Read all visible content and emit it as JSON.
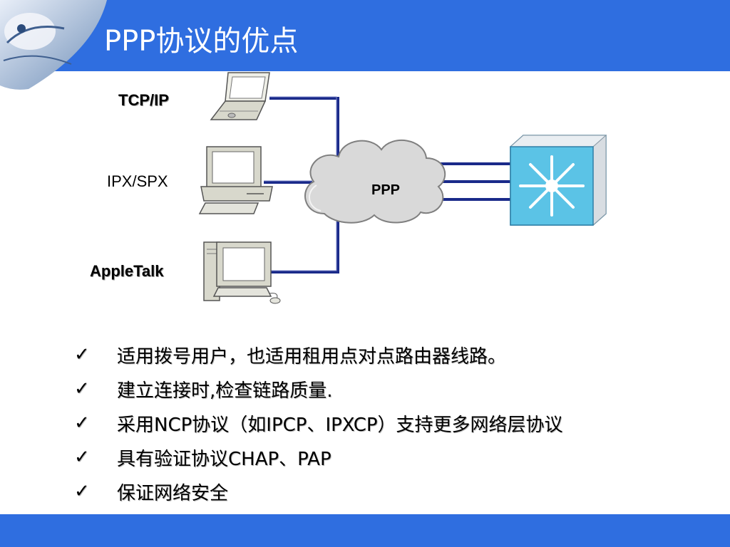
{
  "title": "PPP协议的优点",
  "diagram": {
    "protocols": [
      "TCP/IP",
      "IPX/SPX",
      "AppleTalk"
    ],
    "cloud_label": "PPP",
    "icons": [
      "laptop-icon",
      "desktop-computer-icon",
      "tower-computer-icon",
      "switch-icon"
    ]
  },
  "bullet_marker": "✓",
  "bullets": [
    "适用拨号用户，也适用租用点对点路由器线路。",
    "建立连接时,检查链路质量.",
    "采用NCP协议（如IPCP、IPXCP）支持更多网络层协议",
    "具有验证协议CHAP、PAP",
    "保证网络安全"
  ],
  "colors": {
    "header": "#2f6ee0",
    "footer": "#2f6ee0",
    "line": "#1a2a8a",
    "cloud": "#d9d9d9",
    "switch": "#5bc3e6"
  }
}
